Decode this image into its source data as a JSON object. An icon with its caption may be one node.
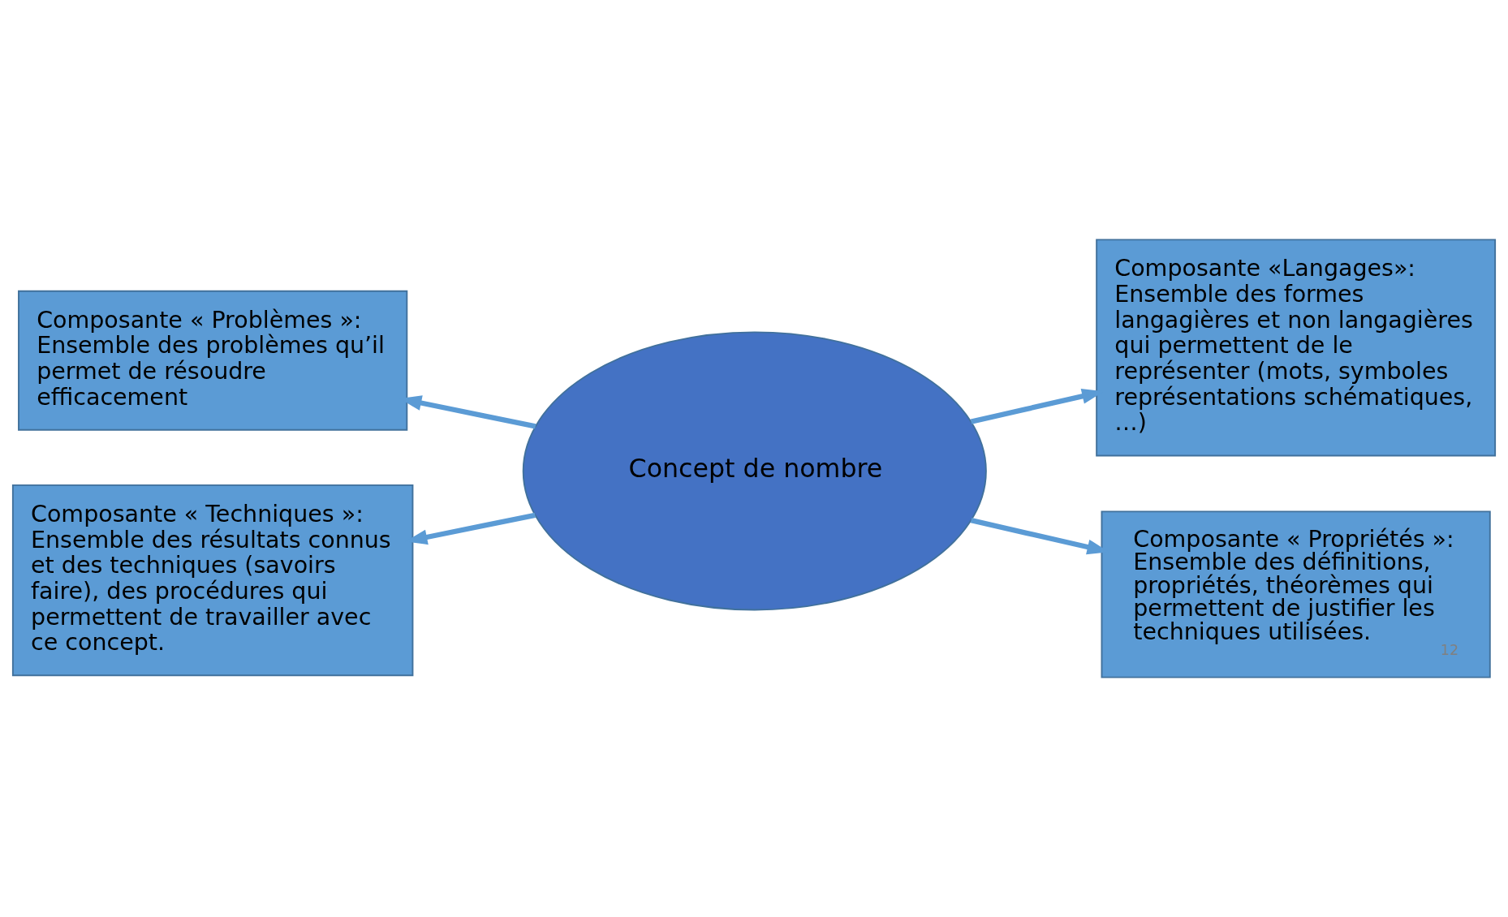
{
  "diagram": {
    "nodes": [
      {
        "text": [
          "Composante « Problèmes »:",
          "Ensemble des problèmes qu’il permet de résoudre efficacement"
        ]
      },
      {
        "text": [
          "Composante «Langages»:",
          "Ensemble des formes langagières et non langagières qui permettent de le représenter (mots, symboles représentations schématiques, …)"
        ]
      },
      {
        "text": [
          "Concept de nombre"
        ]
      },
      {
        "text": [
          "Composante « Techniques »:",
          "Ensemble des résultats connus et des techniques (savoirs faire), des procédures qui permettent de travailler avec ce concept."
        ]
      },
      {
        "text": [
          "Composante « Propriétés »:",
          "Ensemble des définitions, propriétés, théorèmes qui permettent de justifier les techniques utilisées.",
          "12"
        ]
      }
    ],
    "edges": [
      {
        "from": 2,
        "to": 0,
        "arrow": "to"
      },
      {
        "from": 2,
        "to": 1,
        "arrow": "to"
      },
      {
        "from": 2,
        "to": 3,
        "arrow": "to"
      },
      {
        "from": 2,
        "to": 4,
        "arrow": "to"
      }
    ]
  }
}
